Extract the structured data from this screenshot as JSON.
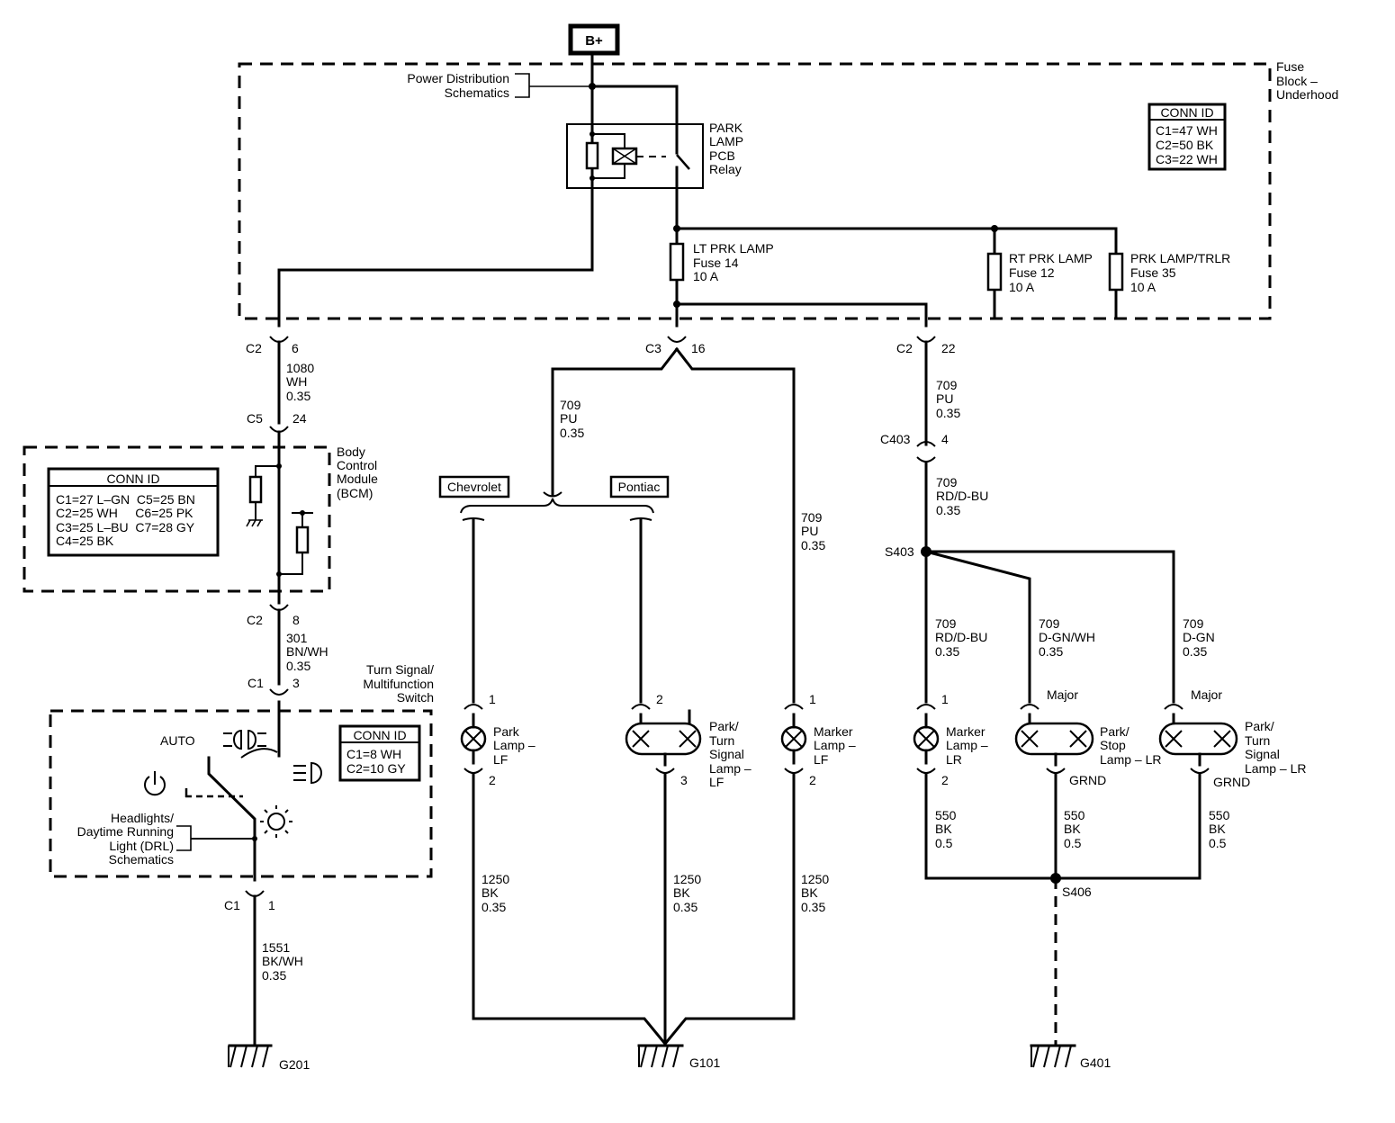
{
  "power": {
    "label": "B+"
  },
  "fuse_block": {
    "title": [
      "Fuse",
      "Block –",
      "Underhood"
    ],
    "ref": [
      "Power Distribution",
      "Schematics"
    ],
    "relay": [
      "PARK",
      "LAMP",
      "PCB",
      "Relay"
    ],
    "conn_id": {
      "title": "CONN ID",
      "lines": [
        "C1=47 WH",
        "C2=50 BK",
        "C3=22 WH"
      ]
    },
    "fuses": [
      {
        "name": "LT PRK LAMP",
        "fuse": "Fuse 14",
        "rating": "10 A"
      },
      {
        "name": "RT PRK LAMP",
        "fuse": "Fuse 12",
        "rating": "10 A"
      },
      {
        "name": "PRK LAMP/TRLR",
        "fuse": "Fuse 35",
        "rating": "10 A"
      }
    ]
  },
  "connectors": {
    "c2_6": {
      "conn": "C2",
      "pin": "6"
    },
    "c3_16": {
      "conn": "C3",
      "pin": "16"
    },
    "c2_22": {
      "conn": "C2",
      "pin": "22"
    },
    "c5_24": {
      "conn": "C5",
      "pin": "24"
    },
    "c2_8": {
      "conn": "C2",
      "pin": "8"
    },
    "c1_3": {
      "conn": "C1",
      "pin": "3"
    },
    "c1_1": {
      "conn": "C1",
      "pin": "1"
    },
    "c403_4": {
      "conn": "C403",
      "pin": "4"
    }
  },
  "wires": {
    "w1080": [
      "1080",
      "WH",
      "0.35"
    ],
    "w301": [
      "301",
      "BN/WH",
      "0.35"
    ],
    "w1551": [
      "1551",
      "BK/WH",
      "0.35"
    ],
    "w709_pu_a": [
      "709",
      "PU",
      "0.35"
    ],
    "w709_pu_b": [
      "709",
      "PU",
      "0.35"
    ],
    "w709_pu_c": [
      "709",
      "PU",
      "0.35"
    ],
    "w709_rdbu_a": [
      "709",
      "RD/D-BU",
      "0.35"
    ],
    "w709_rdbu_b": [
      "709",
      "RD/D-BU",
      "0.35"
    ],
    "w709_dgnwh": [
      "709",
      "D-GN/WH",
      "0.35"
    ],
    "w709_dgn": [
      "709",
      "D-GN",
      "0.35"
    ],
    "w1250_a": [
      "1250",
      "BK",
      "0.35"
    ],
    "w1250_b": [
      "1250",
      "BK",
      "0.35"
    ],
    "w1250_c": [
      "1250",
      "BK",
      "0.35"
    ],
    "w550_a": [
      "550",
      "BK",
      "0.5"
    ],
    "w550_b": [
      "550",
      "BK",
      "0.5"
    ],
    "w550_c": [
      "550",
      "BK",
      "0.5"
    ]
  },
  "bcm": {
    "title": [
      "Body",
      "Control",
      "Module",
      "(BCM)"
    ],
    "conn_id": {
      "title": "CONN ID",
      "lines": [
        "C1=27 L–GN  C5=25 BN",
        "C2=25 WH     C6=25 PK",
        "C3=25 L–BU  C7=28 GY",
        "C4=25 BK"
      ]
    }
  },
  "switch": {
    "title": [
      "Turn Signal/",
      "Multifunction",
      "Switch"
    ],
    "auto_label": "AUTO",
    "ref": [
      "Headlights/",
      "Daytime Running",
      "Light (DRL)",
      "Schematics"
    ],
    "conn_id": {
      "title": "CONN ID",
      "lines": [
        "C1=8 WH",
        "C2=10 GY"
      ]
    }
  },
  "options": {
    "chevrolet": "Chevrolet",
    "pontiac": "Pontiac"
  },
  "splices": {
    "s403": "S403",
    "s406": "S406"
  },
  "grounds": {
    "g201": "G201",
    "g101": "G101",
    "g401": "G401"
  },
  "lamps": {
    "park_lf": {
      "name": [
        "Park",
        "Lamp –",
        "LF"
      ],
      "pin_top": "1",
      "pin_bottom": "2"
    },
    "park_turn_lf": {
      "name": [
        "Park/",
        "Turn",
        "Signal",
        "Lamp –",
        "LF"
      ],
      "pin_top": "2",
      "pin_bottom": "3"
    },
    "marker_lf": {
      "name": [
        "Marker",
        "Lamp –",
        "LF"
      ],
      "pin_top": "1",
      "pin_bottom": "2"
    },
    "marker_lr": {
      "name": [
        "Marker",
        "Lamp –",
        "LR"
      ],
      "pin_top": "1",
      "pin_bottom": "2"
    },
    "park_stop_lr": {
      "name": [
        "Park/",
        "Stop",
        "Lamp – LR"
      ],
      "label_top": "Major",
      "label_bottom": "GRND"
    },
    "park_turn_lr": {
      "name": [
        "Park/",
        "Turn",
        "Signal",
        "Lamp – LR"
      ],
      "label_top": "Major",
      "label_bottom": "GRND"
    }
  }
}
